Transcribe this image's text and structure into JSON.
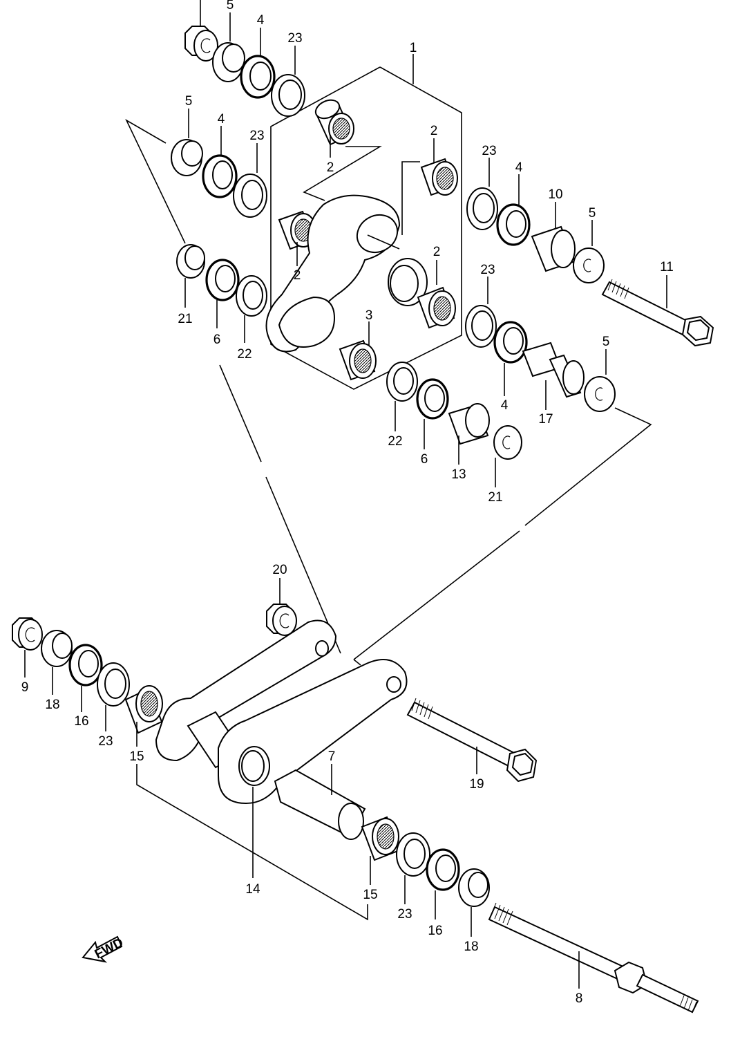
{
  "diagram": {
    "fwd_label": "FWD",
    "callouts": [
      "5",
      "4",
      "23",
      "1",
      "5",
      "4",
      "23",
      "2",
      "2",
      "2",
      "2",
      "2",
      "23",
      "4",
      "10",
      "5",
      "11",
      "21",
      "6",
      "22",
      "3",
      "23",
      "5",
      "4",
      "17",
      "22",
      "6",
      "13",
      "21",
      "20",
      "9",
      "18",
      "16",
      "23",
      "15",
      "7",
      "19",
      "14",
      "15",
      "23",
      "16",
      "18",
      "8"
    ]
  }
}
